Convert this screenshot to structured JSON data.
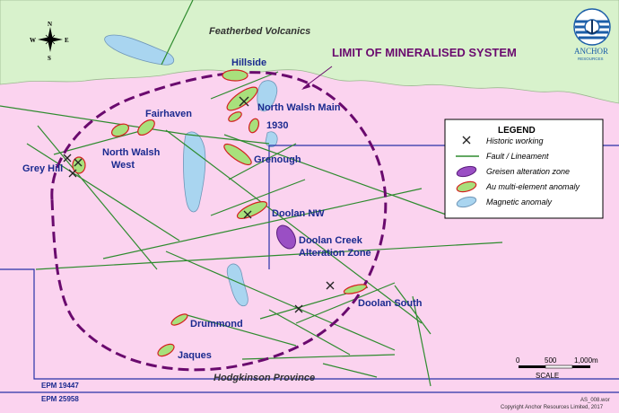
{
  "regions": {
    "north": "Featherbed Volcanics",
    "south": "Hodgkinson Province"
  },
  "limit_label": "LIMIT OF MINERALISED SYSTEM",
  "prospects": [
    {
      "name": "Hillside"
    },
    {
      "name": "Fairhaven"
    },
    {
      "name": "North Walsh Main"
    },
    {
      "name": "1930"
    },
    {
      "name": "North Walsh West"
    },
    {
      "name": "Grenough"
    },
    {
      "name": "Grey Hill"
    },
    {
      "name": "Doolan NW"
    },
    {
      "name": "Doolan Creek Alteration Zone"
    },
    {
      "name": "Doolan South"
    },
    {
      "name": "Drummond"
    },
    {
      "name": "Jaques"
    }
  ],
  "labels": {
    "north_walsh_west_1": "North Walsh",
    "north_walsh_west_2": "West",
    "doolan_creek_1": "Doolan Creek",
    "doolan_creek_2": "Alteration Zone"
  },
  "legend": {
    "title": "LEGEND",
    "items": [
      {
        "label": "Historic working",
        "symbol": "crossed-picks"
      },
      {
        "label": "Fault / Lineament",
        "symbol": "green-line"
      },
      {
        "label": "Greisen alteration zone",
        "symbol": "purple-ellipse"
      },
      {
        "label": "Au multi-element anomaly",
        "symbol": "green-ellipse-red-outline"
      },
      {
        "label": "Magnetic anomaly",
        "symbol": "blue-ellipse"
      }
    ]
  },
  "tenements": [
    "EPM 19447",
    "EPM 25958"
  ],
  "scale_bar": {
    "ticks": [
      "0",
      "500",
      "1,000m"
    ],
    "label": "SCALE"
  },
  "compass": {
    "n": "N",
    "s": "S",
    "e": "E",
    "w": "W"
  },
  "logo": {
    "name": "ANCHOR",
    "sub": "RESOURCES"
  },
  "footer": {
    "file": "AS_008.wor",
    "copyright": "Copyright Anchor Resources Limited, 2017"
  },
  "colors": {
    "granite_pink": "#fbd3ef",
    "volcanics_green": "#d8f2cc",
    "fault_green": "#2e8b2e",
    "anomaly_fill": "#a8e07c",
    "anomaly_outline": "#d42020",
    "magnetic_blue": "#a9d5f0",
    "greisen_purple": "#9a4fc4",
    "limit_purple": "#6a0a6e",
    "tenement_blue": "#2832a8"
  }
}
